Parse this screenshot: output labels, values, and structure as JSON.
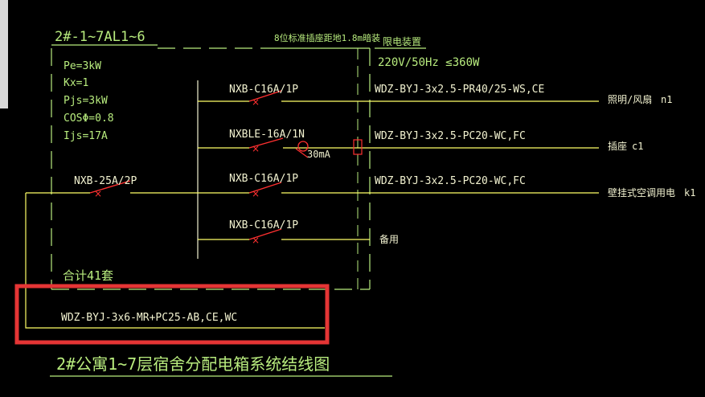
{
  "panel": {
    "id": "2#-1~7AL1~6",
    "params": [
      "Pe=3kW",
      "Kx=1",
      "Pjs=3kW",
      "COSΦ=0.8",
      "Ijs=17A"
    ],
    "install_note": "8位标准插座距地1.8m暗装",
    "limiter_title": "限电装置",
    "limiter_spec": "220V/50Hz ≤360W",
    "total": "合计41套"
  },
  "main_breaker": "NXB-25A/2P",
  "incoming_cable": "WDZ-BYJ-3x6-MR+PC25-AB,CE,WC",
  "circuits": [
    {
      "breaker": "NXB-C16A/1P",
      "cable": "WDZ-BYJ-3x2.5-PR40/25-WS,CE",
      "load": "照明/风扇",
      "code": "n1"
    },
    {
      "breaker": "NXBLE-16A/1N",
      "rcd": "30mA",
      "cable": "WDZ-BYJ-3x2.5-PC20-WC,FC",
      "load": "插座",
      "code": "c1"
    },
    {
      "breaker": "NXB-C16A/1P",
      "cable": "WDZ-BYJ-3x2.5-PC20-WC,FC",
      "load": "壁挂式空调用电",
      "code": "k1"
    },
    {
      "breaker": "NXB-C16A/1P",
      "cable": "",
      "load": "备用",
      "code": ""
    }
  ],
  "title": "2#公寓1~7层宿舍分配电箱系统结线图",
  "colors": {
    "background": "#000000",
    "text": "#c8f08a",
    "wire": "#ffff66",
    "breaker_mark": "#ff3030",
    "highlight": "#e53535",
    "box": "#b8ec7e"
  }
}
